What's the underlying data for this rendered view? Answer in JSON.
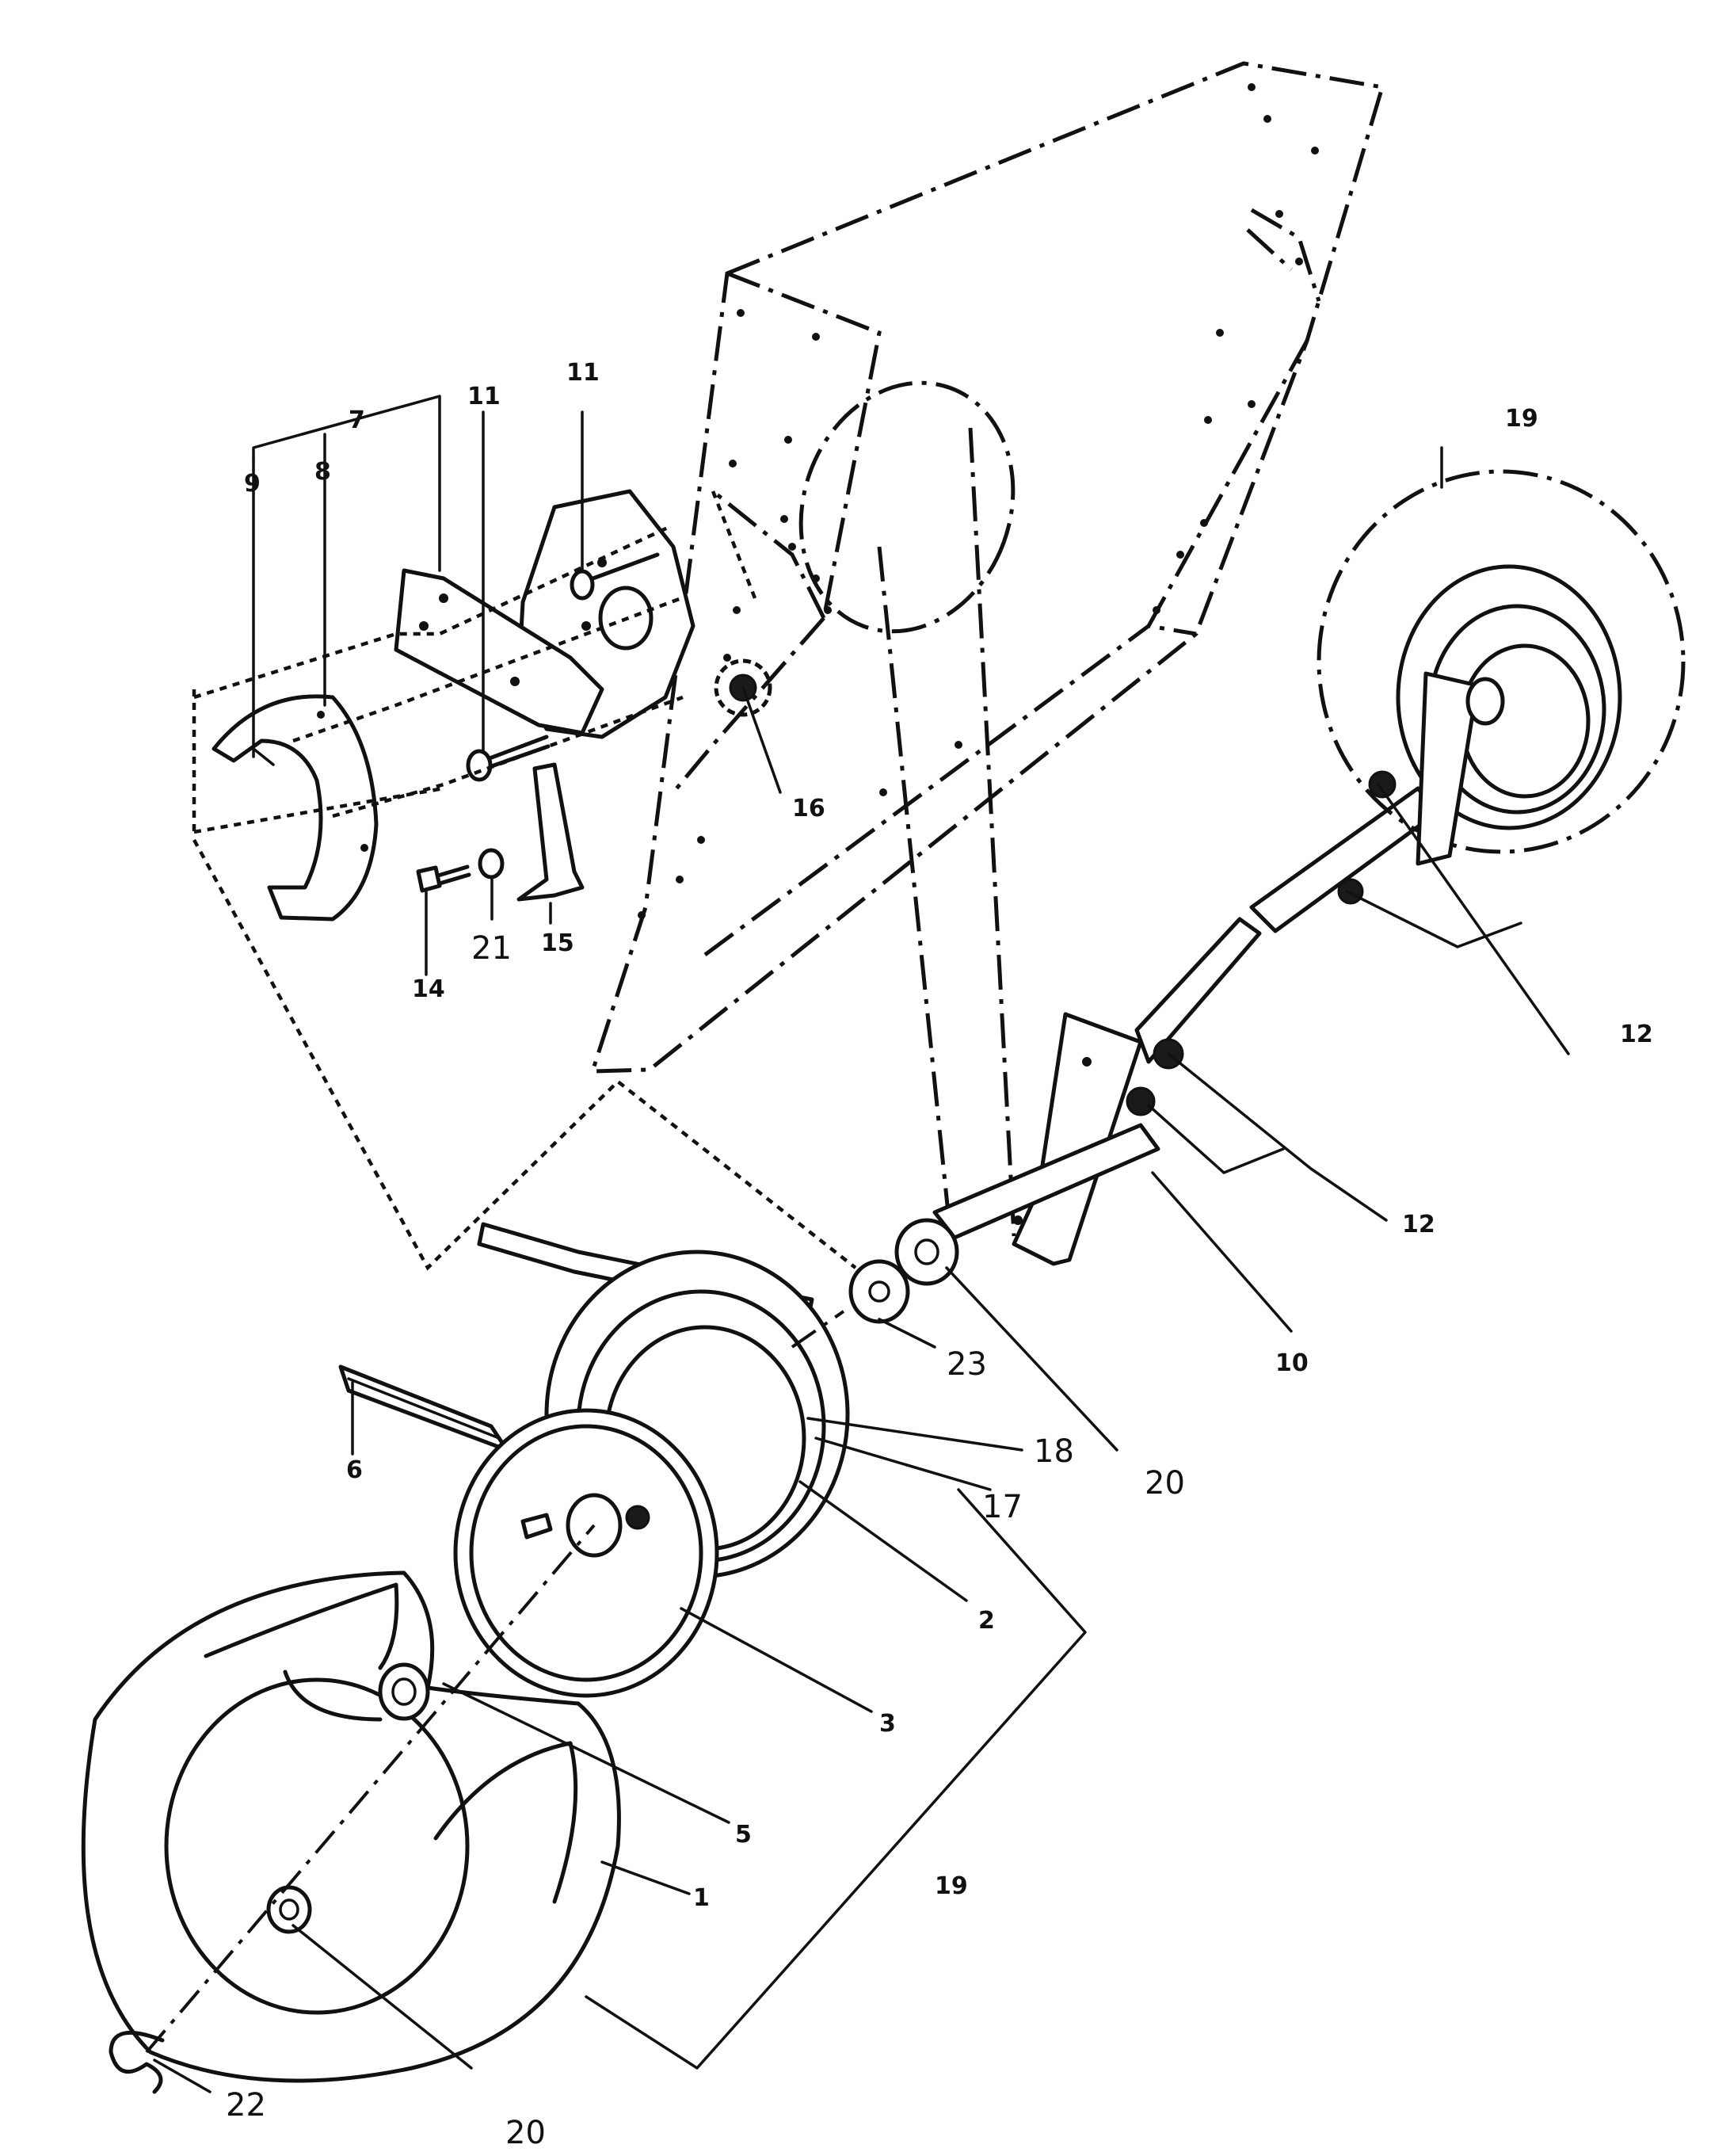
{
  "labels": {
    "l7": "7",
    "l9": "9",
    "l8": "8",
    "l11a": "11",
    "l11b": "11",
    "l16": "16",
    "l14": "14",
    "l21": "21",
    "l15": "15",
    "l19top": "19",
    "l12a": "12",
    "l12b": "12",
    "l10": "10",
    "l23": "23",
    "l20a": "20",
    "l18": "18",
    "l17": "17",
    "l6": "6",
    "l2": "2",
    "l3": "3",
    "l5": "5",
    "l1": "1",
    "l19bot": "19",
    "l22": "22",
    "l20b": "20"
  }
}
